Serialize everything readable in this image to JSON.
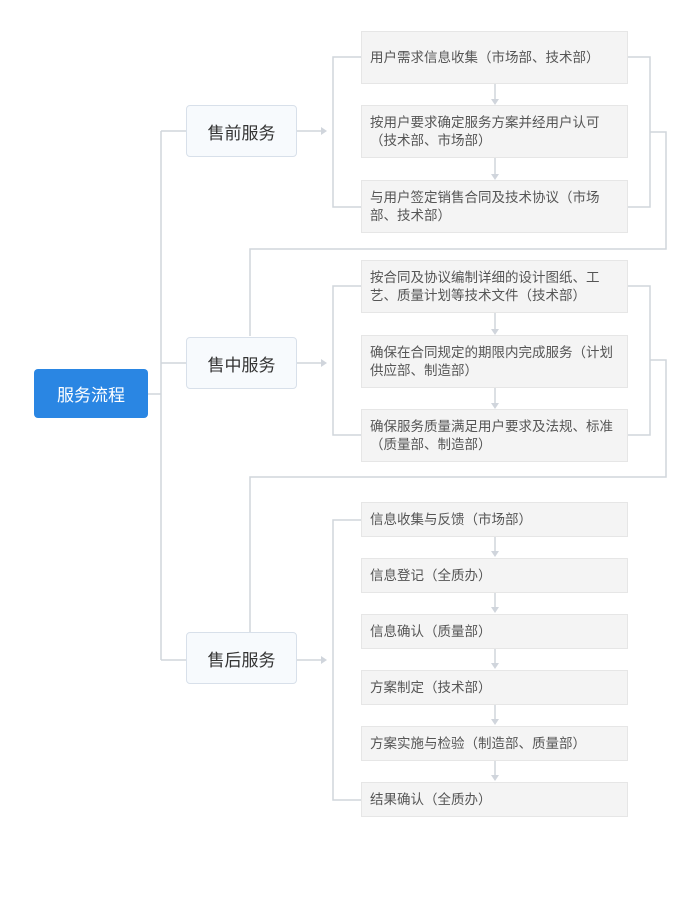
{
  "root": {
    "label": "服务流程"
  },
  "colors": {
    "root_fill": "#2a86e3",
    "connector": "#d0d5dc",
    "step_fill": "#f4f4f4",
    "stage_fill": "#f7fafd"
  },
  "stages": [
    {
      "label": "售前服务",
      "steps": [
        "用户需求信息收集（市场部、技术部）",
        "按用户要求确定服务方案并经用户认可（技术部、市场部）",
        "与用户签定销售合同及技术协议（市场部、技术部）"
      ]
    },
    {
      "label": "售中服务",
      "steps": [
        "按合同及协议编制详细的设计图纸、工艺、质量计划等技术文件（技术部）",
        "确保在合同规定的期限内完成服务（计划供应部、制造部）",
        "确保服务质量满足用户要求及法规、标准（质量部、制造部）"
      ]
    },
    {
      "label": "售后服务",
      "steps": [
        "信息收集与反馈（市场部）",
        "信息登记（全质办）",
        "信息确认（质量部）",
        "方案制定（技术部）",
        "方案实施与检验（制造部、质量部）",
        "结果确认（全质办）"
      ]
    }
  ]
}
